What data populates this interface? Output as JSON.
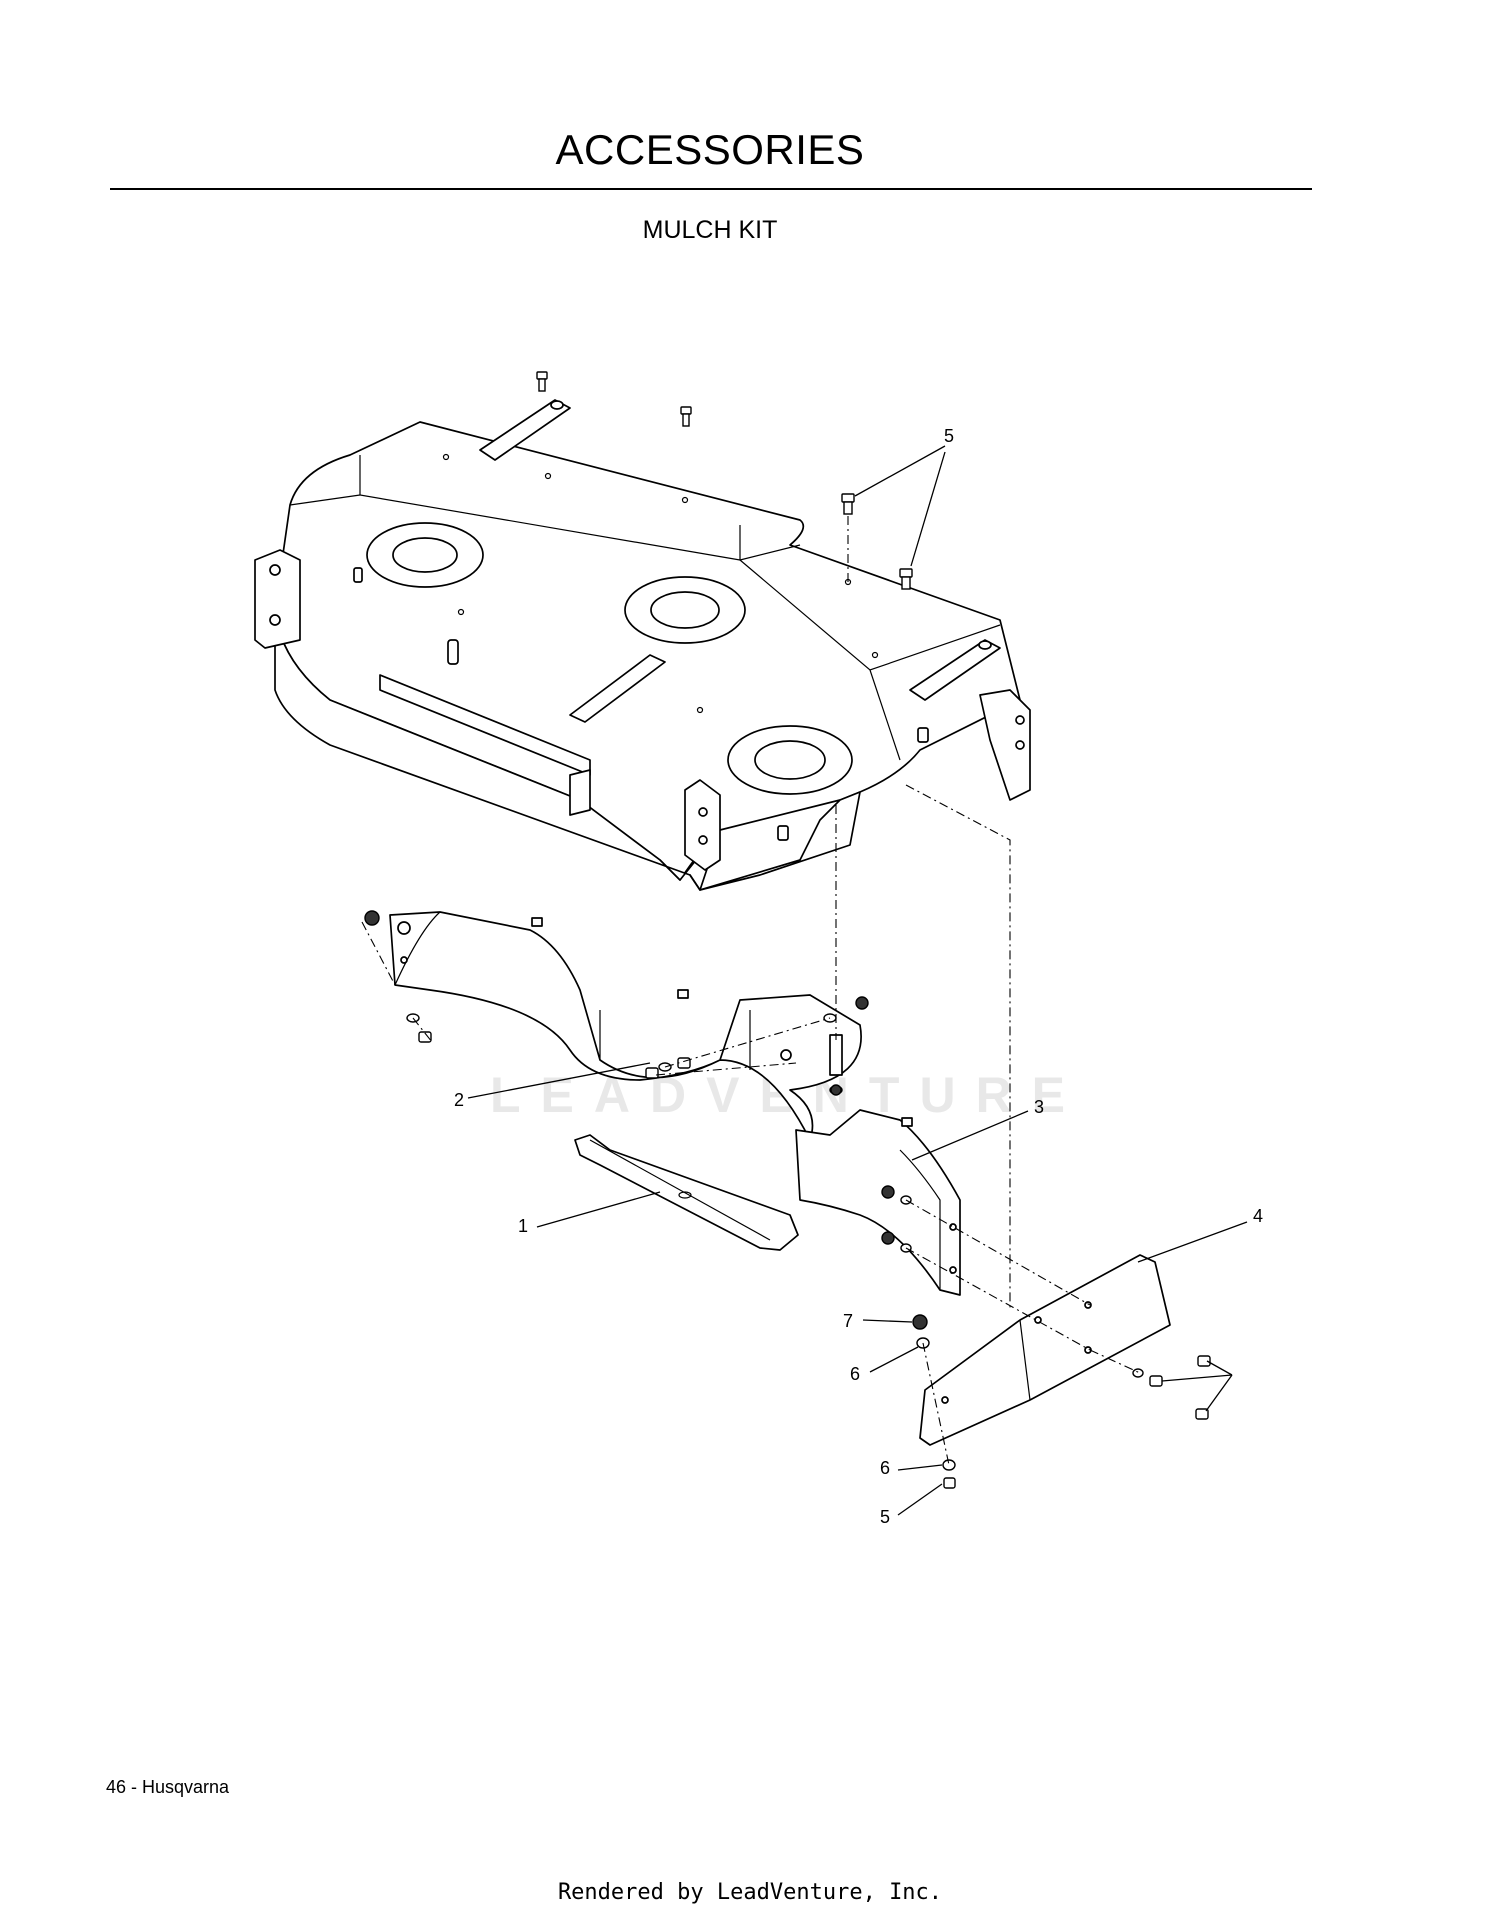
{
  "header": {
    "title": "ACCESSORIES",
    "subtitle": "MULCH KIT"
  },
  "diagram": {
    "watermark": "LEADVENTURE",
    "callouts": [
      {
        "id": "c5a",
        "text": "5"
      },
      {
        "id": "c2",
        "text": "2"
      },
      {
        "id": "c3",
        "text": "3"
      },
      {
        "id": "c1",
        "text": "1"
      },
      {
        "id": "c4",
        "text": "4"
      },
      {
        "id": "c7",
        "text": "7"
      },
      {
        "id": "c6a",
        "text": "6"
      },
      {
        "id": "c6b",
        "text": "6"
      },
      {
        "id": "c5b",
        "text": "5"
      }
    ]
  },
  "footer": {
    "page_label": "46 - Husqvarna",
    "rendered_by": "Rendered by LeadVenture, Inc."
  }
}
